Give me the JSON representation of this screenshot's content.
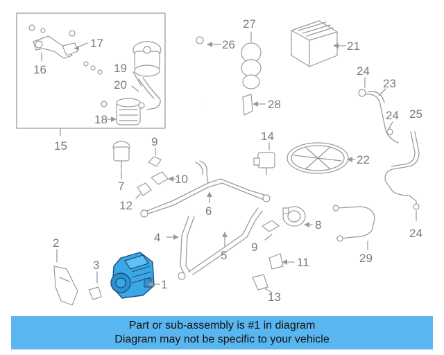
{
  "banner": {
    "line1": "Part or sub-assembly is #1 in diagram",
    "line2": "Diagram may not be specific to your vehicle"
  },
  "highlight_color": "#3aa7e6",
  "callouts": {
    "c1": "1",
    "c2": "2",
    "c3": "3",
    "c4": "4",
    "c5": "5",
    "c6": "6",
    "c7": "7",
    "c8": "8",
    "c9a": "9",
    "c9b": "9",
    "c10": "10",
    "c11": "11",
    "c12": "12",
    "c13": "13",
    "c14": "14",
    "c15": "15",
    "c16": "16",
    "c17": "17",
    "c18": "18",
    "c19": "19",
    "c20": "20",
    "c21": "21",
    "c22": "22",
    "c23": "23",
    "c24a": "24",
    "c24b": "24",
    "c24c": "24",
    "c25": "25",
    "c26": "26",
    "c27": "27",
    "c28": "28",
    "c29": "29"
  }
}
